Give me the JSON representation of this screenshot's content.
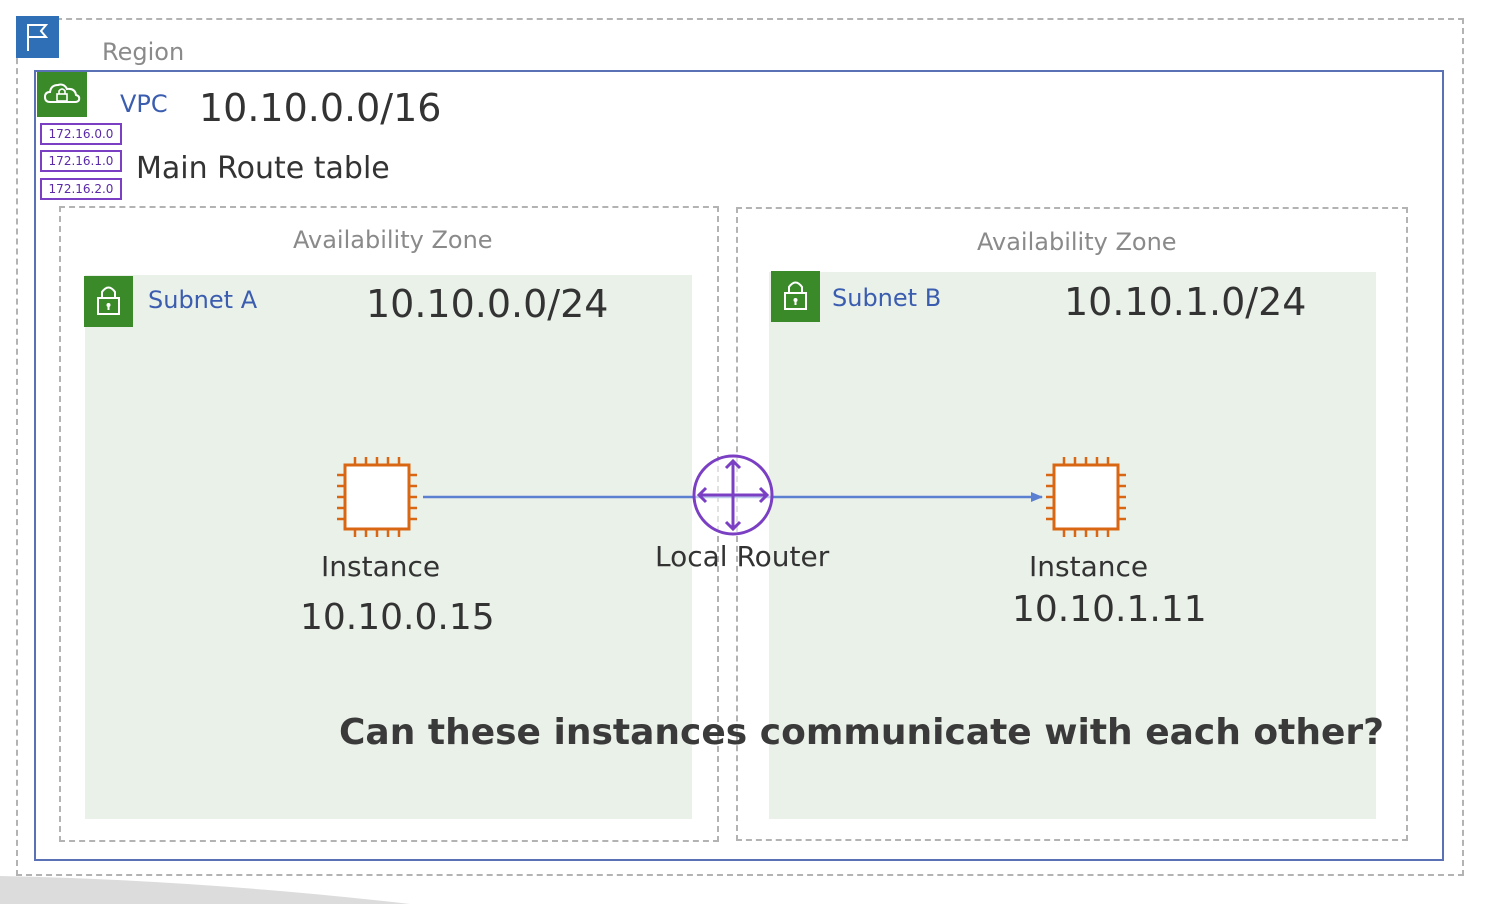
{
  "region": {
    "label": "Region"
  },
  "vpc": {
    "label": "VPC",
    "cidr": "10.10.0.0/16",
    "route_table": {
      "entries": [
        "172.16.0.0",
        "172.16.1.0",
        "172.16.2.0"
      ],
      "label": "Main Route table"
    }
  },
  "zones": [
    {
      "label": "Availability Zone",
      "subnet": {
        "label": "Subnet A",
        "cidr": "10.10.0.0/24",
        "instance": {
          "label": "Instance",
          "ip": "10.10.0.15"
        }
      }
    },
    {
      "label": "Availability Zone",
      "subnet": {
        "label": "Subnet B",
        "cidr": "10.10.1.0/24",
        "instance": {
          "label": "Instance",
          "ip": "10.10.1.11"
        }
      }
    }
  ],
  "router": {
    "label": "Local Router"
  },
  "question": "Can these instances communicate with each other?",
  "colors": {
    "vpc_border": "#5a72b5",
    "subnet_fill": "#eaf1e9",
    "aws_green": "#3b8a2a",
    "instance_orange": "#d86613",
    "router_purple": "#7b3fc4",
    "arrow_blue": "#5b7fd1"
  },
  "icons": {
    "region": "region-flag-icon",
    "vpc": "vpc-cloud-lock-icon",
    "subnet": "padlock-icon",
    "instance": "ec2-chip-icon",
    "router": "router-icon"
  }
}
